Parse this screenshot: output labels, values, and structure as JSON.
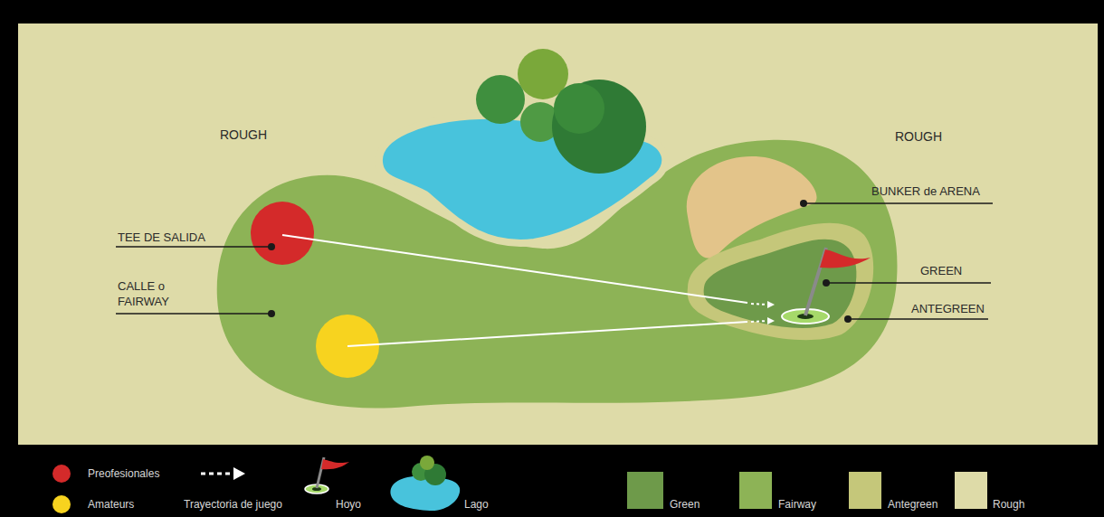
{
  "diagram": {
    "labels": [
      "ROUGH",
      "ROUGH",
      "BUNKER de ARENA",
      "TEE DE SALIDA",
      "GREEN",
      "CALLE o FAIRWAY",
      "ANTEGREEN"
    ],
    "legend": [
      {
        "text": "Preofesionales",
        "color": "#d42a2a"
      },
      {
        "text": "Amateurs",
        "color": "#f7d31f"
      },
      {
        "text": "Trayectoria de juego"
      },
      {
        "text": "Hoyo"
      },
      {
        "text": "Lago"
      },
      {
        "text": "Green",
        "color": "#6e9a4a"
      },
      {
        "text": "Fairway",
        "color": "#8db356"
      },
      {
        "text": "Antegreen",
        "color": "#c5c77a"
      },
      {
        "text": "Rough",
        "color": "#dedba8"
      }
    ]
  }
}
